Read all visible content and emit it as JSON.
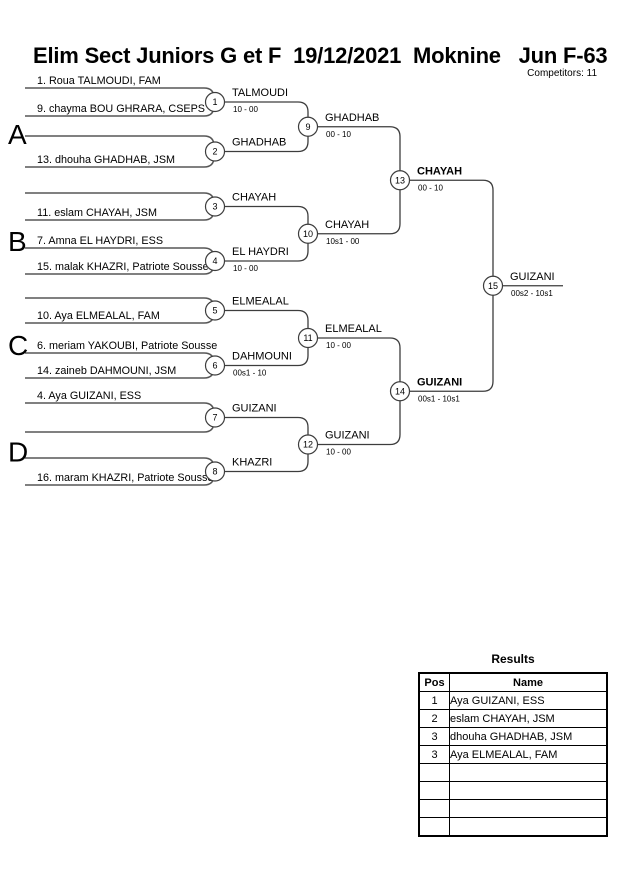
{
  "header": {
    "title": "Elim Sect Juniors G et F  19/12/2021  Moknine   Jun F-63",
    "competitors_label": "Competitors: 11"
  },
  "bracket": {
    "sections": [
      "A",
      "B",
      "C",
      "D"
    ],
    "entries": [
      "1. Roua TALMOUDI, FAM",
      "9. chayma BOU GHRARA, CSEPS",
      "",
      "13. dhouha GHADHAB, JSM",
      "",
      "11. eslam CHAYAH, JSM",
      "7. Amna EL HAYDRI, ESS",
      "15. malak KHAZRI, Patriote Sousse",
      "",
      "10. Aya ELMEALAL, FAM",
      "6. meriam YAKOUBI, Patriote Sousse",
      "14. zaineb DAHMOUNI, JSM",
      "4. Aya GUIZANI, ESS",
      "",
      "",
      "16. maram KHAZRI, Patriote Sousse"
    ],
    "matches": [
      {
        "number": 1,
        "winner": "TALMOUDI",
        "score": "10 - 00",
        "bold": false
      },
      {
        "number": 2,
        "winner": "GHADHAB",
        "score": "",
        "bold": false
      },
      {
        "number": 3,
        "winner": "CHAYAH",
        "score": "",
        "bold": false
      },
      {
        "number": 4,
        "winner": "EL HAYDRI",
        "score": "10 - 00",
        "bold": false
      },
      {
        "number": 5,
        "winner": "ELMEALAL",
        "score": "",
        "bold": false
      },
      {
        "number": 6,
        "winner": "DAHMOUNI",
        "score": "00s1 - 10",
        "bold": false
      },
      {
        "number": 7,
        "winner": "GUIZANI",
        "score": "",
        "bold": false
      },
      {
        "number": 8,
        "winner": "KHAZRI",
        "score": "",
        "bold": false
      },
      {
        "number": 9,
        "winner": "GHADHAB",
        "score": "00 - 10",
        "bold": false
      },
      {
        "number": 10,
        "winner": "CHAYAH",
        "score": "10s1 - 00",
        "bold": false
      },
      {
        "number": 11,
        "winner": "ELMEALAL",
        "score": "10 - 00",
        "bold": false
      },
      {
        "number": 12,
        "winner": "GUIZANI",
        "score": "10 - 00",
        "bold": false
      },
      {
        "number": 13,
        "winner": "CHAYAH",
        "score": "00 - 10",
        "bold": true
      },
      {
        "number": 14,
        "winner": "GUIZANI",
        "score": "00s1 - 10s1",
        "bold": true
      },
      {
        "number": 15,
        "winner": "GUIZANI",
        "score": "00s2 - 10s1",
        "bold": false
      }
    ]
  },
  "results": {
    "title": "Results",
    "columns": [
      "Pos",
      "Name"
    ],
    "rows": [
      [
        "1",
        "Aya GUIZANI, ESS"
      ],
      [
        "2",
        "eslam CHAYAH, JSM"
      ],
      [
        "3",
        "dhouha GHADHAB, JSM"
      ],
      [
        "3",
        "Aya ELMEALAL, FAM"
      ],
      [
        "",
        ""
      ],
      [
        "",
        ""
      ],
      [
        "",
        ""
      ],
      [
        "",
        ""
      ]
    ]
  },
  "colors": {
    "background": "#ffffff",
    "text": "#000000",
    "entry_line": "#565656",
    "connector_line": "#3d3d3d"
  }
}
